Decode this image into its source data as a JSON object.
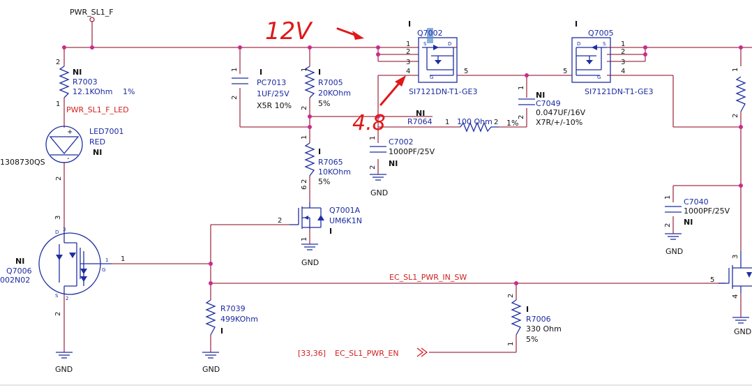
{
  "nets": {
    "pwr_sl1_f": "PWR_SL1_F",
    "pwr_sl1_f_led": "PWR_SL1_F_LED",
    "ec_sl1_pwr_in_sw": "EC_SL1_PWR_IN_SW",
    "ec_sl1_pwr_en": "EC_SL1_PWR_EN",
    "sheet_ref": "[33,36]",
    "gnd": "GND"
  },
  "annotations": {
    "voltage_12v": "12V",
    "voltage_4_8": "4.8"
  },
  "components": {
    "r7003": {
      "ref": "R7003",
      "value": "12.1KOhm",
      "tol": "1%",
      "flag": "NI"
    },
    "led7001": {
      "ref": "LED7001",
      "value": "RED",
      "part": "1308730QS",
      "flag": "NI"
    },
    "q7006": {
      "ref": "Q7006",
      "part": "002N02",
      "flag": "NI"
    },
    "pc7013": {
      "ref": "PC7013",
      "value": "1UF/25V",
      "dielectric": "X5R 10%",
      "flag": "I"
    },
    "r7005": {
      "ref": "R7005",
      "value": "20KOhm",
      "tol": "5%",
      "flag": "I"
    },
    "r7065": {
      "ref": "R7065",
      "value": "10KOhm",
      "tol": "5%",
      "flag": "I"
    },
    "q7001a": {
      "ref": "Q7001A",
      "part": "UM6K1N",
      "flag": "I"
    },
    "r7039": {
      "ref": "R7039",
      "value": "499KOhm",
      "flag": "I"
    },
    "q7002": {
      "ref": "Q7002",
      "part": "SI7121DN-T1-GE3",
      "flag": "I"
    },
    "r7064": {
      "ref": "R7064",
      "value": "100 Ohm",
      "tol": "1%",
      "flag": "NI"
    },
    "c7002": {
      "ref": "C7002",
      "value": "1000PF/25V",
      "flag": "NI"
    },
    "c7049": {
      "ref": "C7049",
      "value": "0.047UF/16V",
      "dielectric": "X7R/+/-10%",
      "flag": "NI"
    },
    "q7005": {
      "ref": "Q7005",
      "part": "SI7121DN-T1-GE3",
      "flag": "I"
    },
    "r7006": {
      "ref": "R7006",
      "value": "330 Ohm",
      "tol": "5%",
      "flag": "I"
    },
    "c7040": {
      "ref": "C7040",
      "value": "1000PF/25V",
      "flag": "NI"
    }
  },
  "pins": {
    "p1": "1",
    "p2": "2",
    "p3": "3",
    "p4": "4",
    "p5": "5",
    "p6": "6",
    "d": "D",
    "s": "S",
    "g": "G"
  },
  "colors": {
    "wire": "#a0344a",
    "component": "#1e2fa0",
    "junction": "#cc2a8c",
    "net_label_red": "#d02020",
    "handwriting": "#e01818",
    "highlight": "#5a8fd0"
  }
}
